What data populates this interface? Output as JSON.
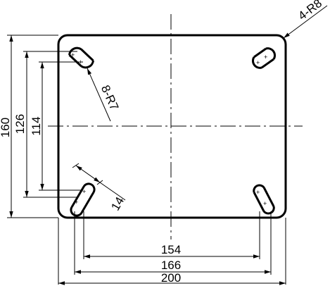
{
  "drawing": {
    "plate": {
      "width": 200,
      "height": 160
    },
    "dimensions": {
      "overall_width": "200",
      "slot_outer_span": "166",
      "hole_span": "154",
      "overall_height": "160",
      "slot_outer_height": "126",
      "hole_height": "114",
      "slot_length": "14"
    },
    "callouts": {
      "corner_radius": "4-R8",
      "slot_radius": "8-R7"
    }
  }
}
